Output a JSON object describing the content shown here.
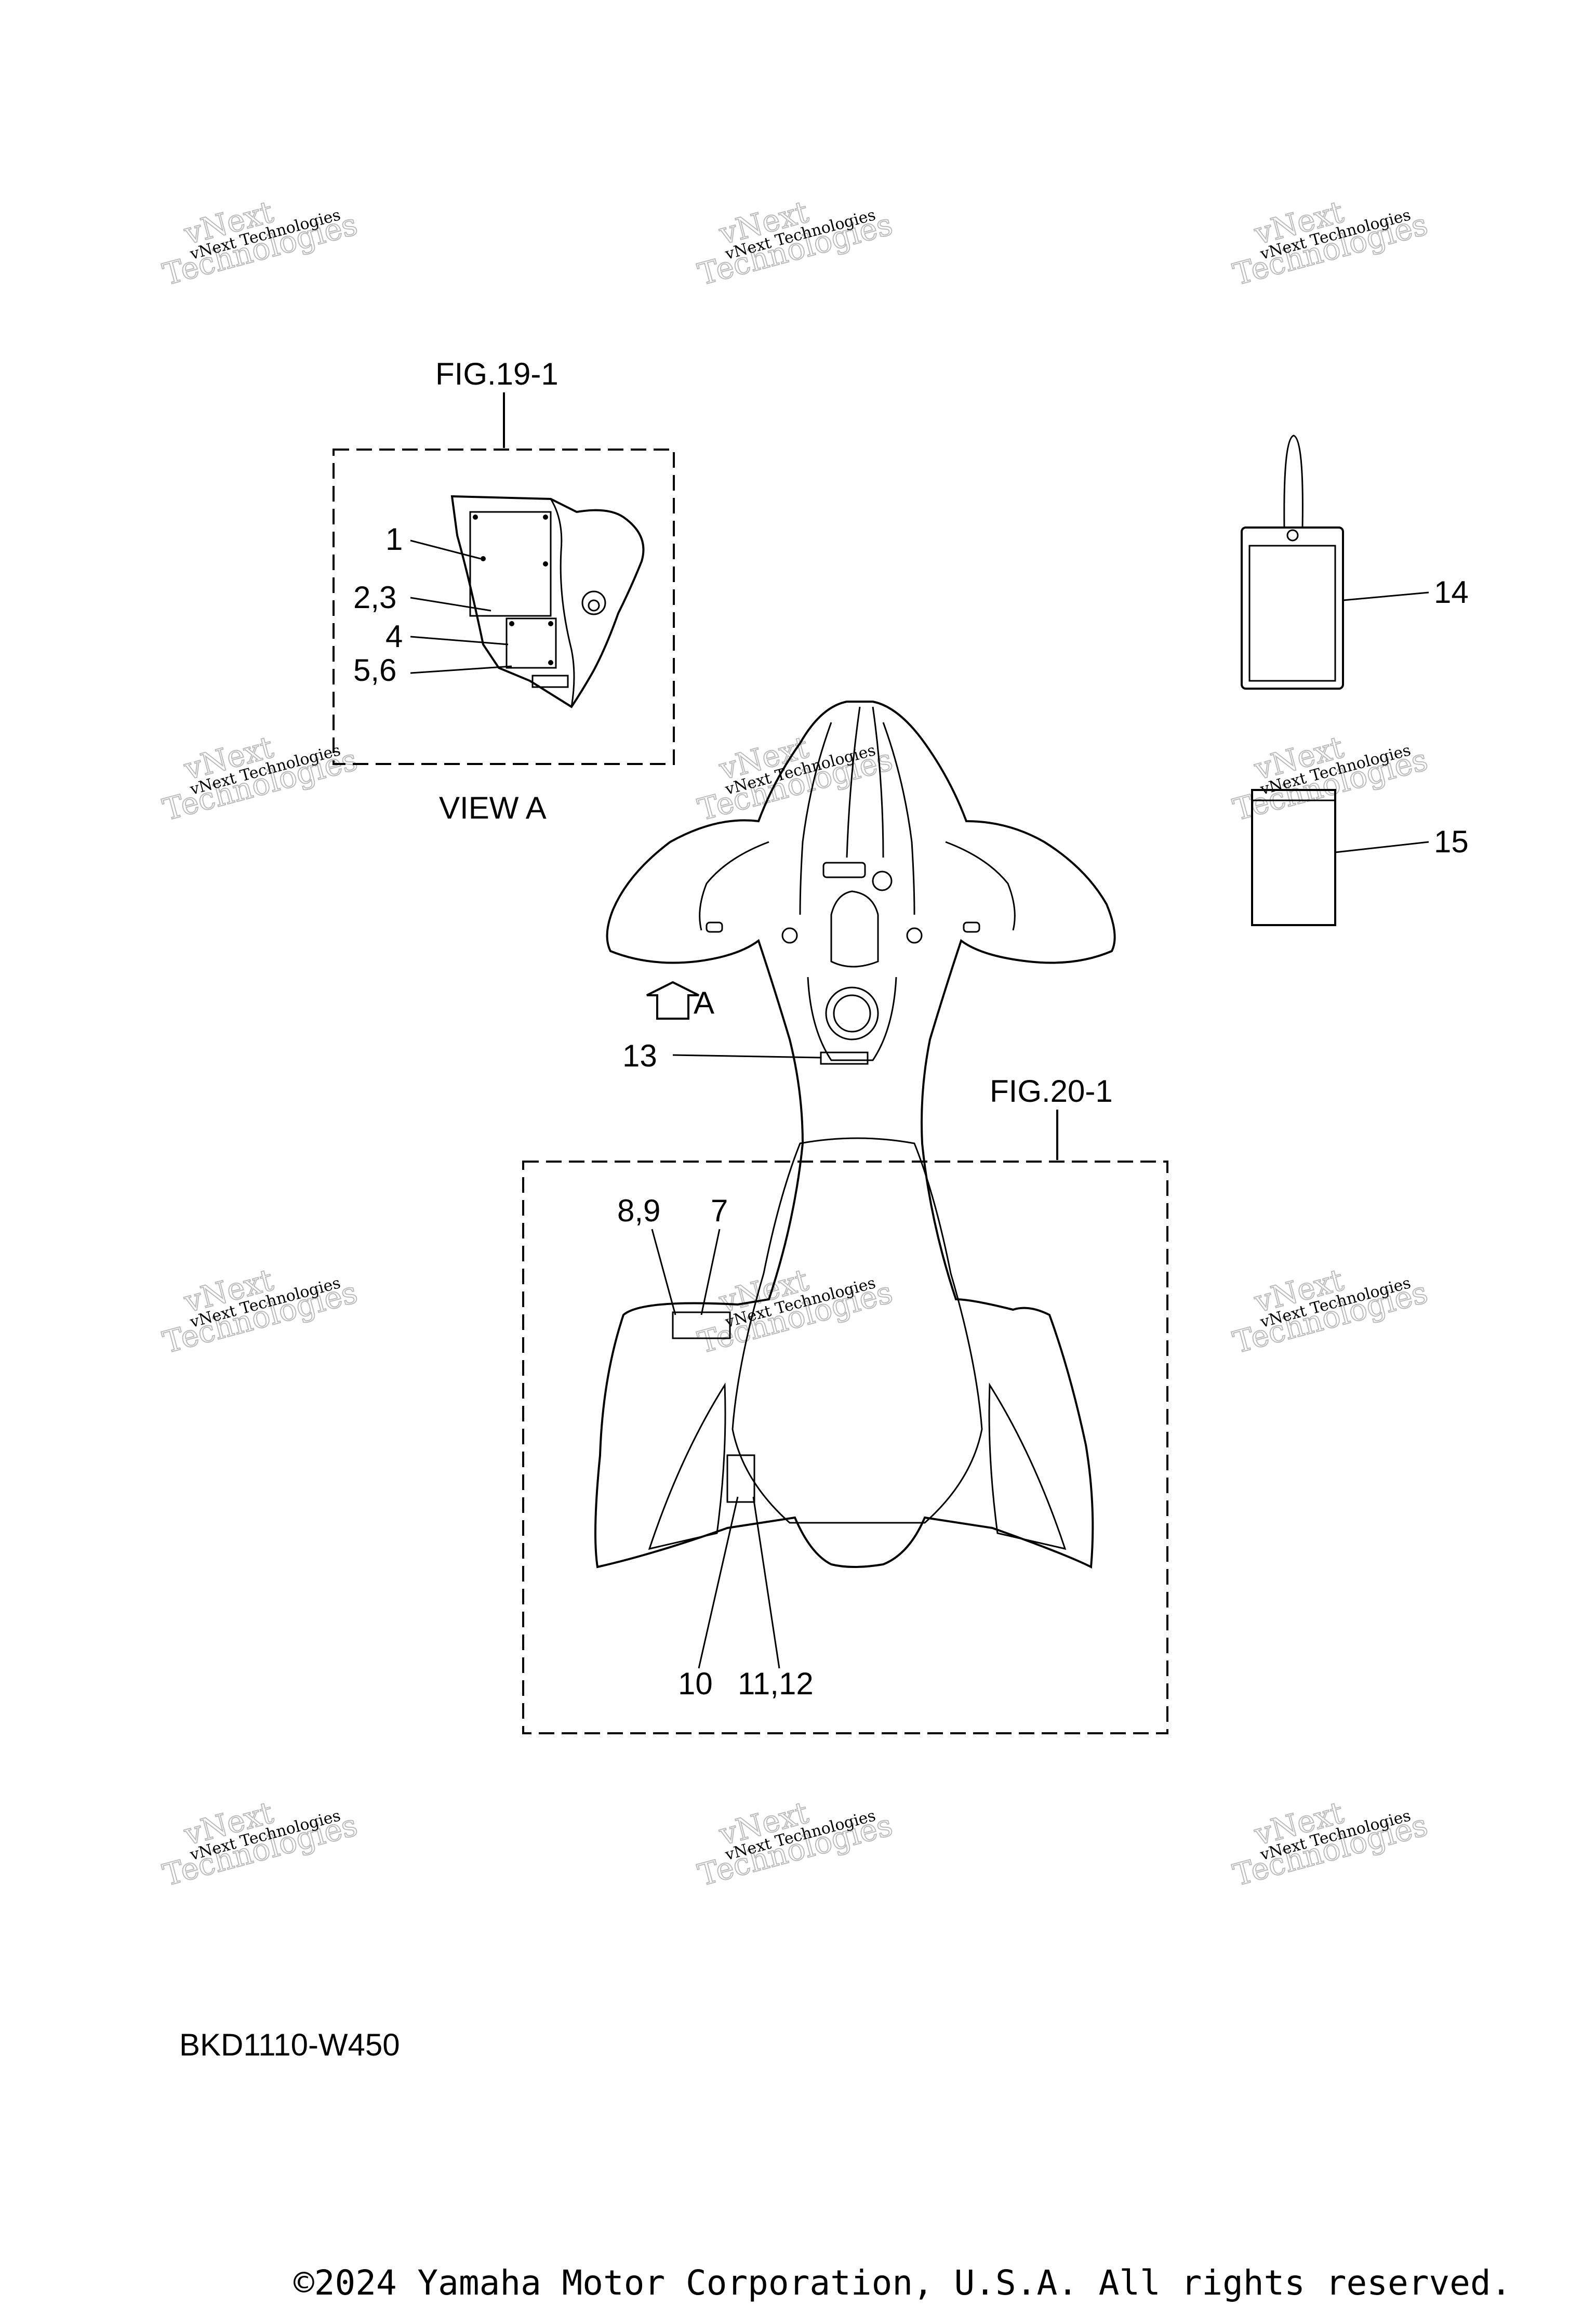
{
  "figures": {
    "fig_19_1": "FIG.19-1",
    "fig_20_1": "FIG.20-1",
    "view_a": "VIEW A",
    "arrow_a": "A"
  },
  "callouts": {
    "c1": "1",
    "c2_3": "2,3",
    "c4": "4",
    "c5_6": "5,6",
    "c7": "7",
    "c8_9": "8,9",
    "c10": "10",
    "c11_12": "11,12",
    "c13": "13",
    "c14": "14",
    "c15": "15"
  },
  "diagram_code": "BKD1110-W450",
  "copyright": "©2024 Yamaha Motor Corporation, U.S.A. All rights reserved.",
  "watermark": {
    "line1": "vNext Technologies",
    "line2": "Technologies",
    "line3": "vNext"
  }
}
